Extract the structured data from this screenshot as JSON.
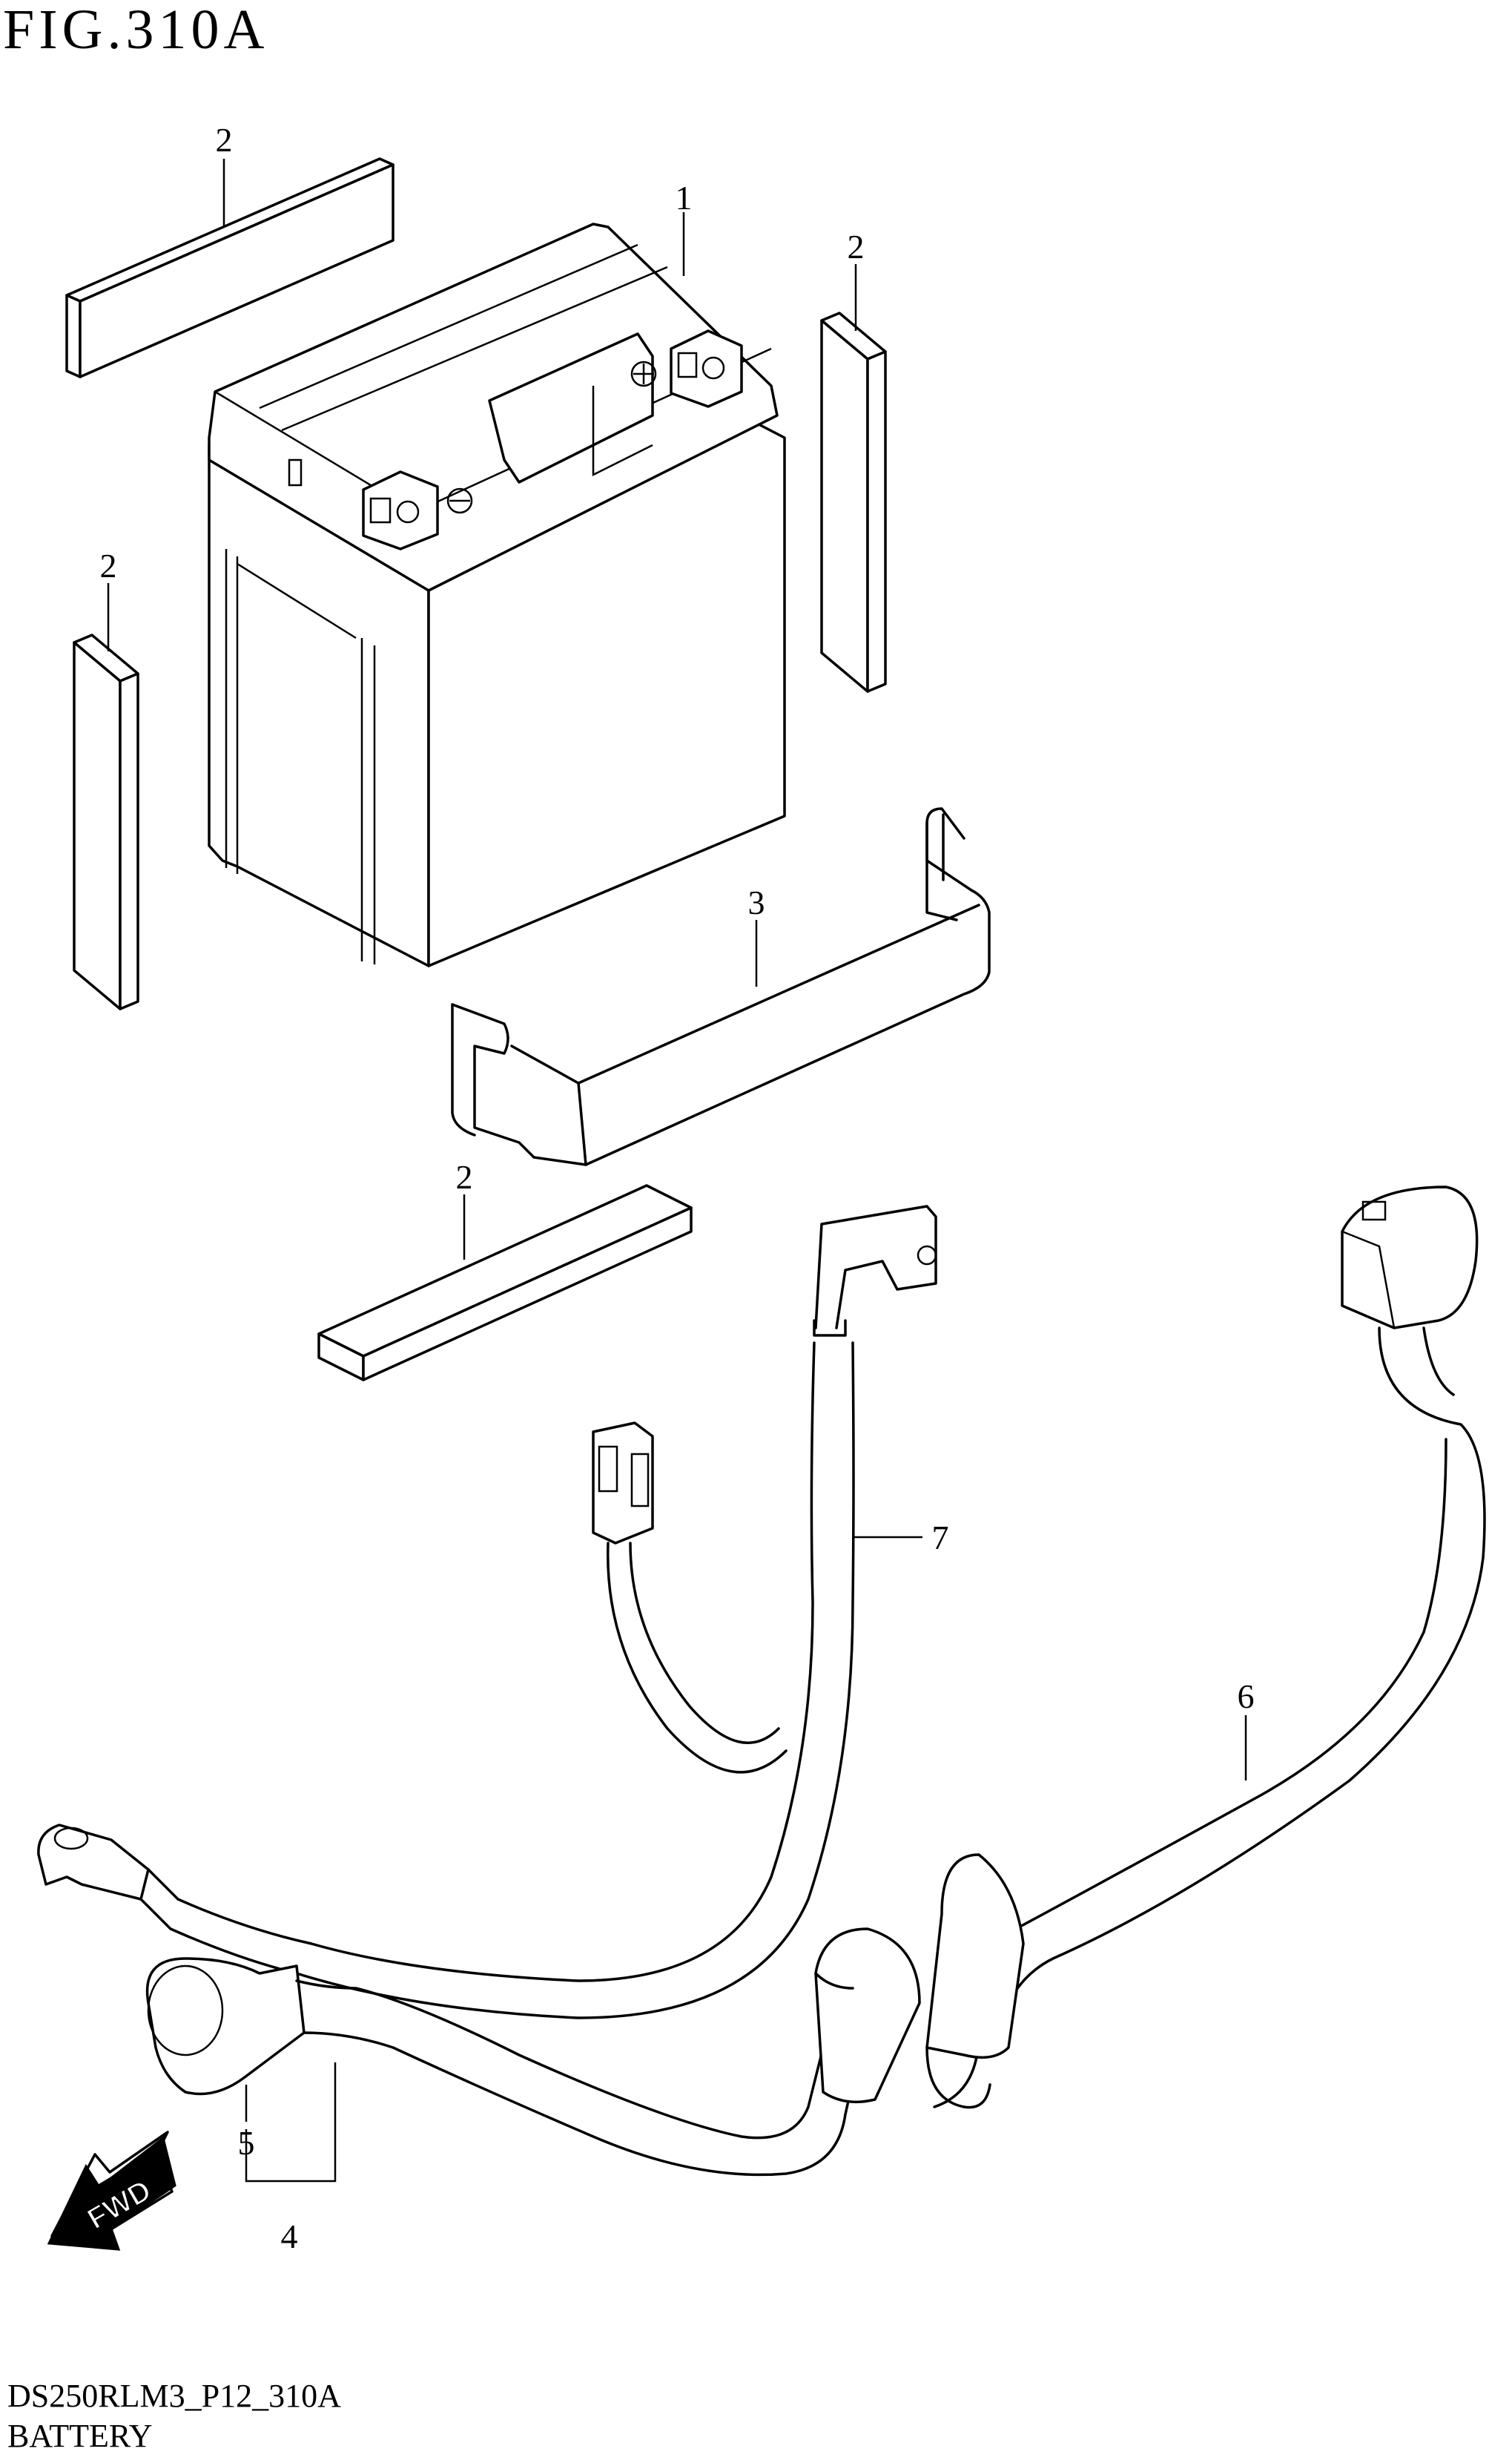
{
  "figure": {
    "title": "FIG.310A",
    "code": "DS250RLM3_P12_310A",
    "name": "BATTERY"
  },
  "callouts": [
    {
      "id": "c1",
      "label": "1",
      "part": "battery"
    },
    {
      "id": "c2a",
      "label": "2",
      "part": "pad-top-left"
    },
    {
      "id": "c2b",
      "label": "2",
      "part": "pad-right"
    },
    {
      "id": "c2c",
      "label": "2",
      "part": "pad-left"
    },
    {
      "id": "c2d",
      "label": "2",
      "part": "pad-bottom"
    },
    {
      "id": "c3",
      "label": "3",
      "part": "battery-band"
    },
    {
      "id": "c4",
      "label": "4",
      "part": "positive-lead-assembly"
    },
    {
      "id": "c5",
      "label": "5",
      "part": "terminal-cap"
    },
    {
      "id": "c6",
      "label": "6",
      "part": "starter-cable"
    },
    {
      "id": "c7",
      "label": "7",
      "part": "negative-lead"
    }
  ],
  "fwd_label": "FWD",
  "icons": [
    "fwd-arrow-icon"
  ]
}
